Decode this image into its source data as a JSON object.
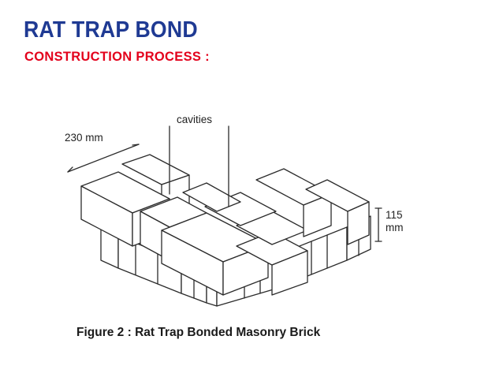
{
  "slide": {
    "title": "RAT TRAP BOND",
    "subtitle": "CONSTRUCTION PROCESS :"
  },
  "figure": {
    "labels": {
      "width": "230 mm",
      "cavities": "cavities",
      "height_value": "115",
      "height_unit": "mm"
    },
    "caption": "Figure 2 : Rat Trap Bonded Masonry Brick"
  },
  "colors": {
    "title": "#1f3a93",
    "subtitle": "#e3001b",
    "drawing_ink": "#2b2b2b"
  }
}
